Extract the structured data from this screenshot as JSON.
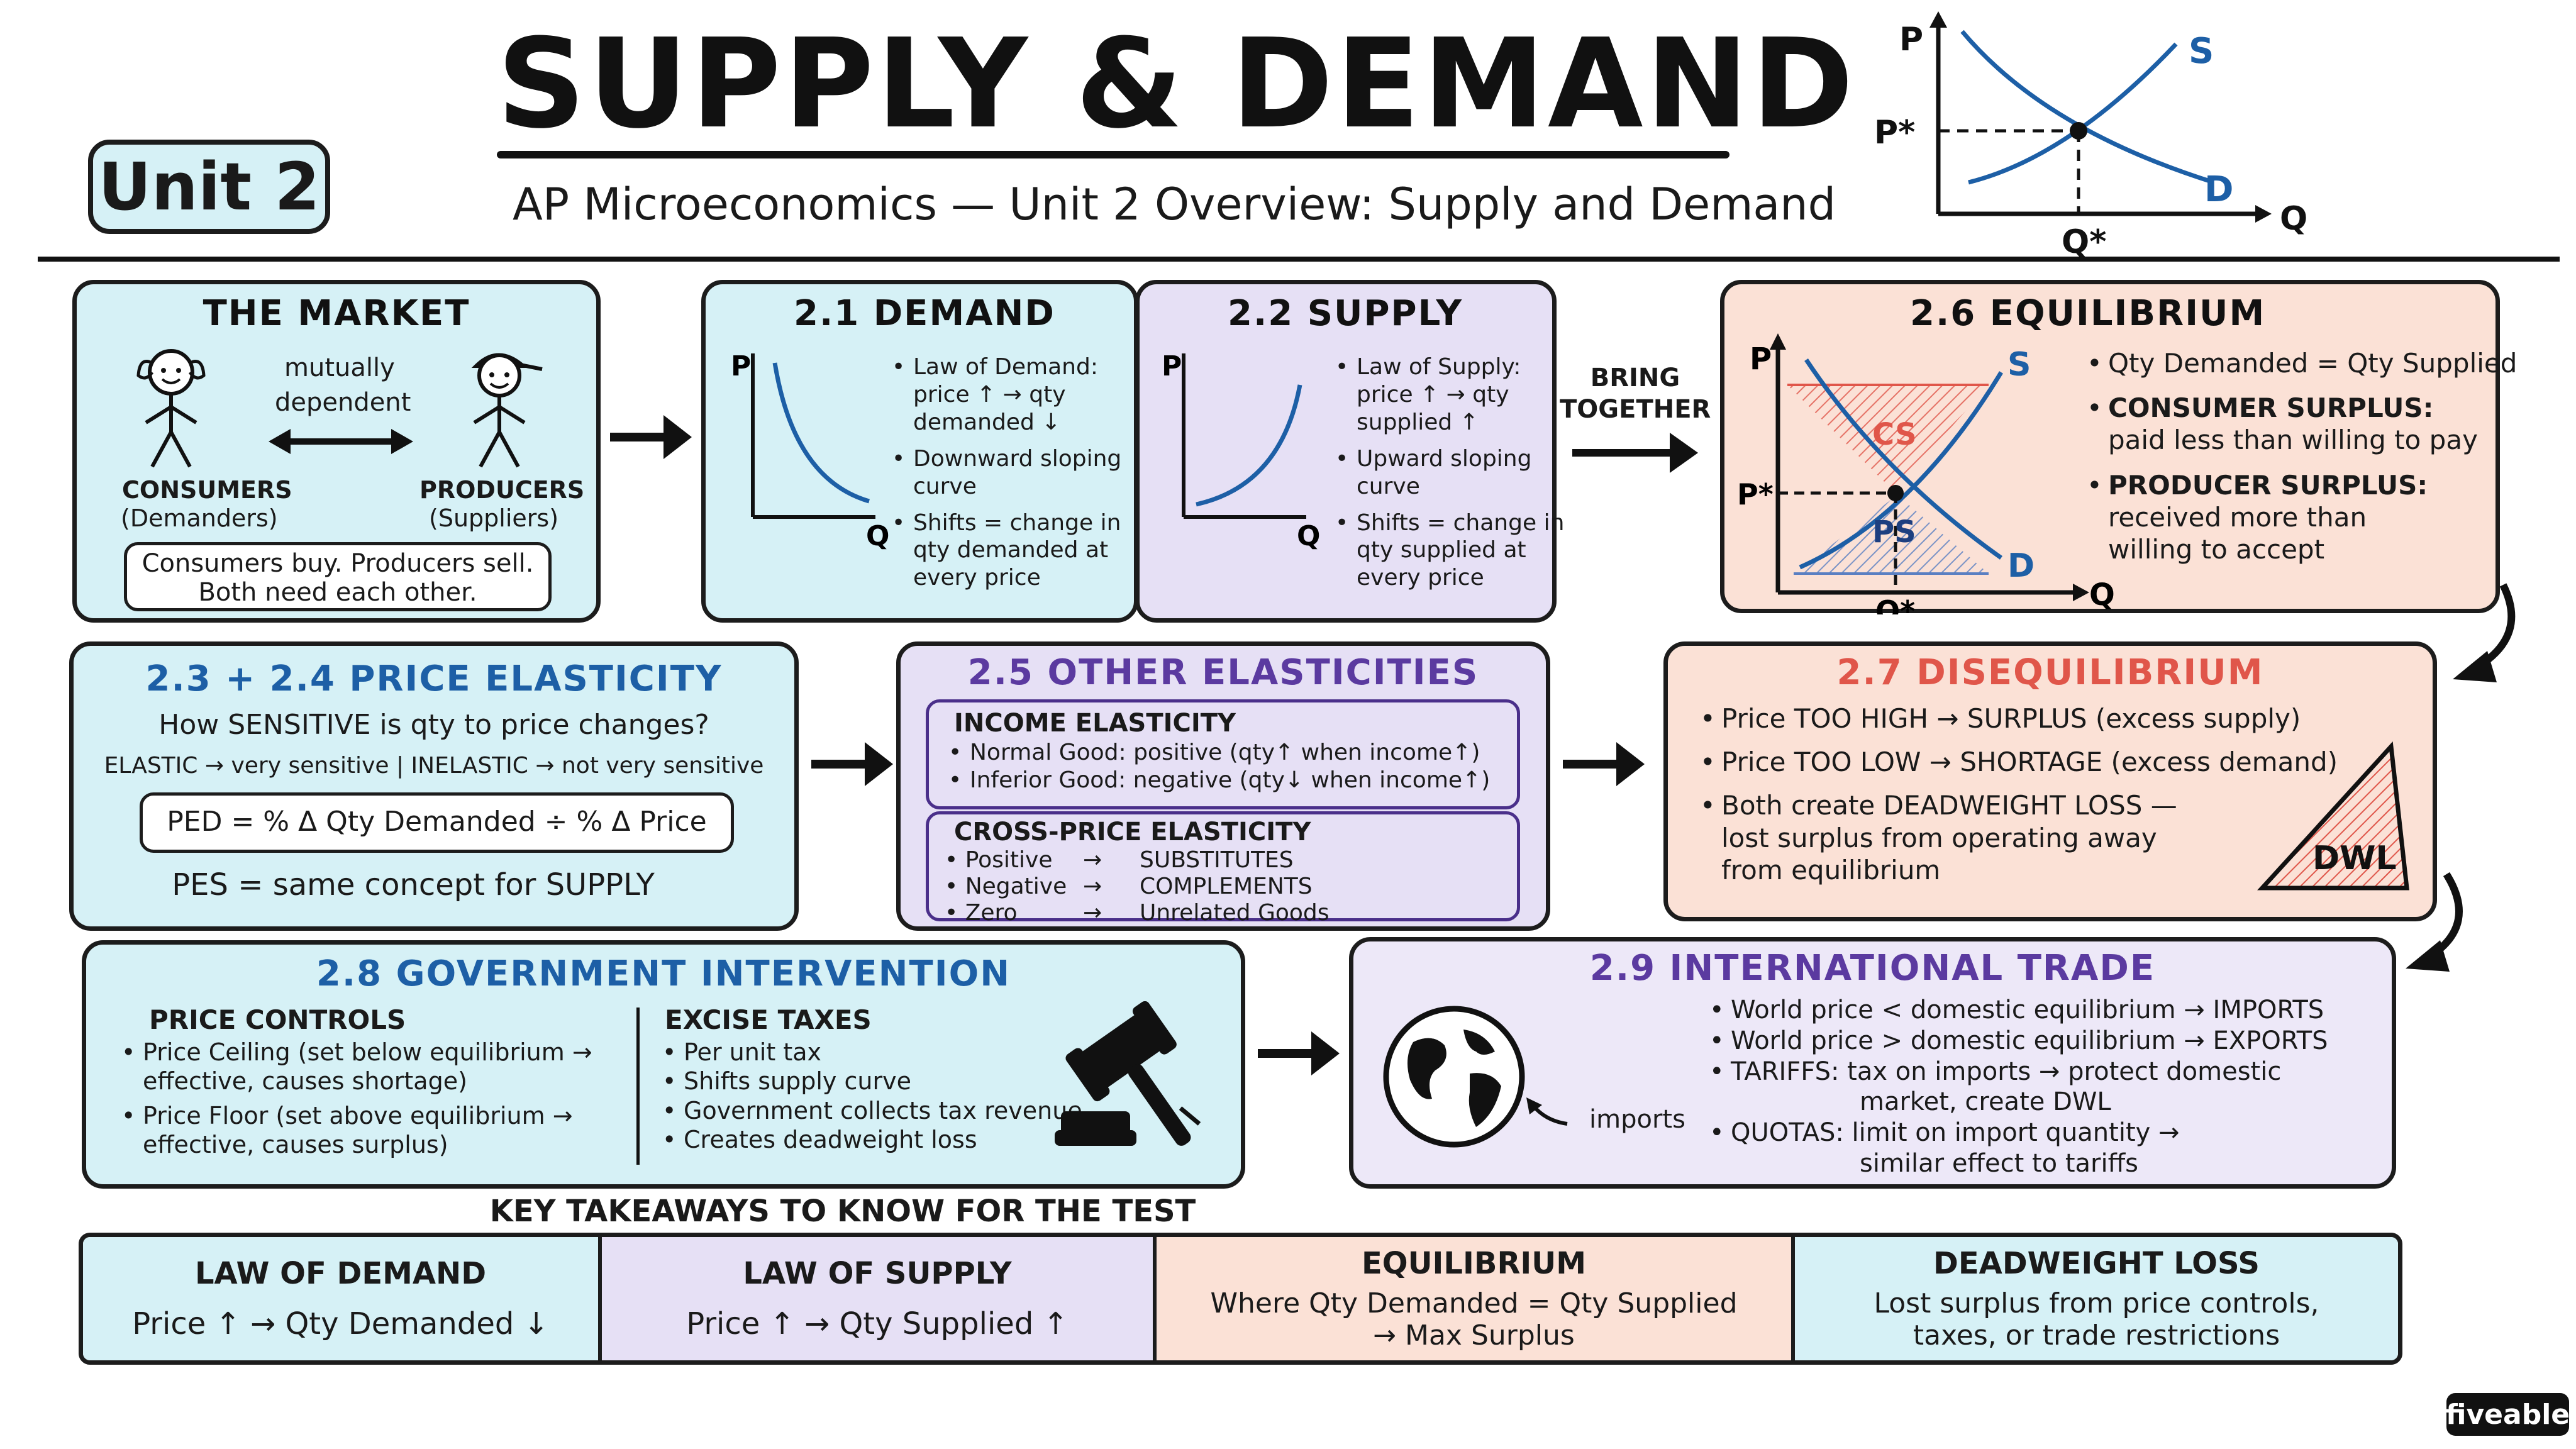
{
  "header": {
    "title": "SUPPLY & DEMAND",
    "unit_badge": "Unit 2",
    "subtitle": "AP Microeconomics — Unit 2 Overview: Supply and Demand",
    "graph": {
      "p_label": "P",
      "q_label": "Q",
      "p_star": "P*",
      "q_star": "Q*",
      "s_label": "S",
      "d_label": "D"
    }
  },
  "market": {
    "title": "THE MARKET",
    "mutual_line1": "mutually",
    "mutual_line2": "dependent",
    "consumers": "CONSUMERS",
    "consumers_sub": "(Demanders)",
    "producers": "PRODUCERS",
    "producers_sub": "(Suppliers)",
    "note_line1": "Consumers buy. Producers sell.",
    "note_line2": "Both need each other."
  },
  "demand": {
    "title": "2.1 DEMAND",
    "p": "P",
    "q": "Q",
    "bullets": [
      [
        "Law of Demand:",
        "price ↑ → qty",
        "demanded ↓"
      ],
      [
        "Downward sloping",
        "curve"
      ],
      [
        "Shifts = change in",
        "qty demanded at",
        "every price"
      ]
    ]
  },
  "supply": {
    "title": "2.2 SUPPLY",
    "p": "P",
    "q": "Q",
    "bullets": [
      [
        "Law of Supply:",
        "price ↑ → qty",
        "supplied ↑"
      ],
      [
        "Upward sloping",
        "curve"
      ],
      [
        "Shifts = change in",
        "qty supplied at",
        "every price"
      ]
    ]
  },
  "bring_together": {
    "line1": "BRING",
    "line2": "TOGETHER"
  },
  "equilibrium": {
    "title": "2.6 EQUILIBRIUM",
    "graph": {
      "p": "P",
      "q": "Q",
      "p_star": "P*",
      "q_star": "Q*",
      "s": "S",
      "d": "D",
      "cs": "CS",
      "ps": "PS"
    },
    "bullets": [
      {
        "lines": [
          "Qty Demanded = Qty Supplied"
        ]
      },
      {
        "lines": [
          "CONSUMER SURPLUS:",
          "paid less than willing to pay"
        ]
      },
      {
        "lines": [
          "PRODUCER SURPLUS:",
          "received more than",
          "willing to accept"
        ]
      }
    ]
  },
  "elasticity": {
    "title": "2.3 + 2.4 PRICE ELASTICITY",
    "question": "How SENSITIVE is qty to price changes?",
    "elastic_line": "ELASTIC → very sensitive | INELASTIC → not very sensitive",
    "formula": "PED = % Δ Qty Demanded ÷ % Δ Price",
    "pes": "PES = same concept for SUPPLY"
  },
  "other_elasticities": {
    "title": "2.5 OTHER ELASTICITIES",
    "income_title": "INCOME ELASTICITY",
    "income_items": [
      "Normal Good: positive (qty↑ when income↑)",
      "Inferior Good: negative (qty↓ when income↑)"
    ],
    "cross_title": "CROSS-PRICE ELASTICITY",
    "cross_items": [
      [
        "Positive",
        "→",
        "SUBSTITUTES"
      ],
      [
        "Negative",
        "→",
        "COMPLEMENTS"
      ],
      [
        "Zero",
        "→",
        "Unrelated Goods"
      ]
    ]
  },
  "disequilibrium": {
    "title": "2.7 DISEQUILIBRIUM",
    "bullets": [
      [
        "Price TOO HIGH → SURPLUS (excess supply)"
      ],
      [
        "Price TOO LOW → SHORTAGE (excess demand)"
      ],
      [
        "Both create DEADWEIGHT LOSS —",
        "lost surplus from operating away",
        "from equilibrium"
      ]
    ],
    "dwl_label": "DWL"
  },
  "government": {
    "title": "2.8 GOVERNMENT INTERVENTION",
    "controls_title": "PRICE CONTROLS",
    "controls": [
      [
        "Price Ceiling (set below equilibrium →",
        "effective, causes shortage)"
      ],
      [
        "Price Floor (set above equilibrium →",
        "effective, causes surplus)"
      ]
    ],
    "taxes_title": "EXCISE TAXES",
    "taxes": [
      "Per unit tax",
      "Shifts supply curve",
      "Government collects tax revenue",
      "Creates deadweight loss"
    ]
  },
  "trade": {
    "title": "2.9 INTERNATIONAL TRADE",
    "imports_label": "imports",
    "bullets": [
      [
        "World price < domestic equilibrium → IMPORTS"
      ],
      [
        "World price > domestic equilibrium → EXPORTS"
      ],
      [
        "TARIFFS: tax on imports → protect domestic",
        "market, create DWL"
      ],
      [
        "QUOTAS: limit on import quantity →",
        "similar effect to tariffs"
      ]
    ]
  },
  "takeaways": {
    "heading": "KEY TAKEAWAYS TO KNOW FOR THE TEST",
    "cells": [
      {
        "title": "LAW OF DEMAND",
        "lines": [
          "Price ↑ → Qty Demanded ↓"
        ]
      },
      {
        "title": "LAW OF SUPPLY",
        "lines": [
          "Price ↑ → Qty Supplied ↑"
        ]
      },
      {
        "title": "EQUILIBRIUM",
        "lines": [
          "Where Qty Demanded = Qty Supplied",
          "→ Max Surplus"
        ]
      },
      {
        "title": "DEADWEIGHT LOSS",
        "lines": [
          "Lost surplus from price controls,",
          "taxes, or trade restrictions"
        ]
      }
    ]
  },
  "logo": "fiveable",
  "colors": {
    "cyan": "#d6f1f6",
    "purple": "#e6e0f5",
    "peach": "#fbe1d6",
    "blue_title": "#1d5fa6",
    "purple_title": "#5b3aa0",
    "red_title": "#e0564a",
    "curve_blue": "#1d5fa6"
  }
}
